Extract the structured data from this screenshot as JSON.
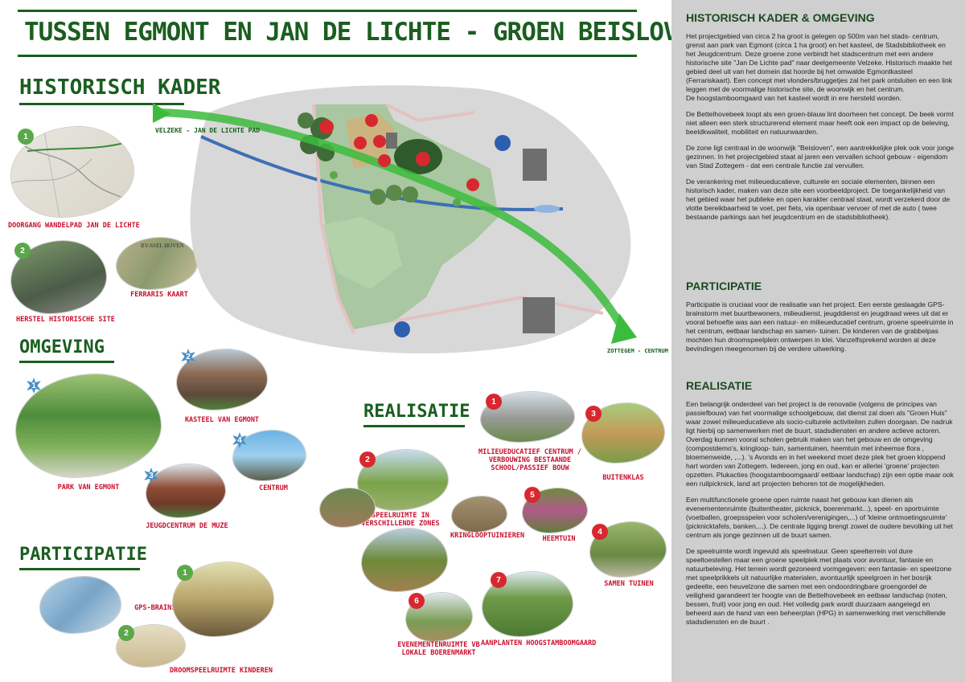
{
  "title": "TUSSEN EGMONT EN JAN DE LICHTE - GROEN BEISLOVEN",
  "sections": {
    "historisch": "HISTORISCH KADER",
    "omgeving": "OMGEVING",
    "participatie": "PARTICIPATIE",
    "realisatie": "REALISATIE"
  },
  "map": {
    "label_velzeke": "VELZEKE - JAN DE LICHTE PAD",
    "label_zottegem": "ZOTTEGEM - CENTRUM"
  },
  "captions": {
    "doorgang": "DOORGANG WANDELPAD JAN DE LICHTE",
    "herstel": "HERSTEL HISTORISCHE SITE",
    "ferraris": "FERRARIS KAART",
    "park": "PARK VAN EGMONT",
    "kasteel": "KASTEEL VAN EGMONT",
    "jeugdcentrum": "JEUGDCENTRUM DE MUZE",
    "centrum": "CENTRUM",
    "gps": "GPS-BRAINSTORM",
    "droomspeel": "DROOMSPEELRUIMTE KINDEREN",
    "milieu": "MILIEUEDUCATIEF CENTRUM / VERBOUWING BESTAANDE SCHOOL/PASSIEF BOUW",
    "buitenklas": "BUITENKLAS",
    "speelruimte": "SPEELRUIMTE IN VERSCHILLENDE ZONES",
    "kringloop": "KRINGLOOPTUINIEREN",
    "heemtuin": "HEEMTUIN",
    "samen": "SAMEN TUINEN",
    "evenement": "EVENEMENTENRUIMTE VB LOKALE BOERENMARKT",
    "aanplanten": "AANPLANTEN HOOGSTAMBOOMGAARD",
    "map_label": "BY-SSEL HOVEN"
  },
  "right": {
    "h1": "HISTORISCH KADER & OMGEVING",
    "p1": "Het projectgebied van circa 2 ha groot is gelegen op 500m van het stads- centrum, grenst aan park van Egmont (circa 1 ha groot) en het kasteel, de Stadsbibliotheek en het Jeugdcentrum. Deze groene zone verbindt het stadscentrum met een andere historische site \"Jan De Lichte pad\" naar deelgemeente Velzeke. Historisch maakte het gebied deel uit van het domein dat hoorde bij het omwalde Egmontkasteel (Ferrariskaart). Een concept met vlonders/bruggetjes zal het park ontsluiten en een link leggen met de voormalige historische site, de woonwijk en het centrum.",
    "p1b": "De hoogstamboomgaard van het kasteel wordt in ere hersteld worden.",
    "p2": "De Bettelhovebeek loopt als een groen-blauw lint doorheen het concept. De beek vormt niet alleen een sterk structurerend element maar heeft ook een impact op de beleving, beeldkwaliteit, mobiliteit en natuurwaarden.",
    "p3": "De zone ligt centraal in de woonwijk \"Beisloven\", een aantrekkelijke plek ook voor jonge gezinnen. In het projectgebied staat al jaren een vervallen school gebouw - eigendom van Stad Zottegem - dat een centrale functie zal vervullen.",
    "p4": "De verankering met milieueducatieve, culturele en sociale elementen, binnen een historisch kader, maken van deze site een voorbeeldproject. De toegankelijkheid van het gebied waar het publieke en open karakter centraal staat, wordt verzekerd door de vlotte bereikbaarheid te voet, per fiets, via openbaar vervoer of met de auto ( twee bestaande parkings aan het jeugdcentrum en de stadsbibliotheek).",
    "h2": "PARTICIPATIE",
    "p5": "Participatie is cruciaal voor de realisatie van het project. Een eerste geslaagde GPS-brainstorm met buurtbewoners, milieudienst, jeugddienst en jeugdraad wees uit dat er vooral behoefte was aan een natuur- en milieueducatief centrum, groene speelruimte in het centrum, eetbaar landschap en samen- tuinen. De kinderen van de grabbelpas mochten hun droomspeelplein ontwerpen in klei. Vanzelfsprekend worden al deze bevindingen meegenomen bij de verdere uitwerking.",
    "h3": "REALISATIE",
    "p6": "Een belangrijk onderdeel van het project is de renovatie (volgens de principes van passiefbouw) van het voormalige schoolgebouw, dat dienst zal doen als \"Groen Huis\" waar zowel milieueducatieve als socio-culturele activiteiten zullen doorgaan. De nadruk ligt hierbij op samenwerken met de buurt, stadsdiensten en andere actieve actoren. Overdag kunnen vooral scholen gebruik maken van het gebouw en de omgeving (compostdemo's, kringloop- tuin, samentuinen, heemtuin met inheemse flora , bloemenweide, ,...). 's Avonds en in het weekend moet deze plek het groen kloppend hart worden van Zottegem. Iedereen, jong en oud, kan er allerlei 'groene' projecten opzetten. Plukacties (hoogstamboomgaard/ eetbaar landschap) zijn een optie maar ook een ruilpicknick, land art projecten behoren tot de mogelijkheden.",
    "p7": "Een multifunctionele groene open ruimte naast het gebouw kan dienen als evenementenruimte (buitentheater, picknick, boerenmarkt...), speel- en sportruimte (voetballen, groepsspelen voor scholen/verenigingen,...) of 'kleine ontmoetingsruimte' (picknicktafels, banken,...). De centrale ligging brengt zowel de oudere bevolking uit het centrum als jonge gezinnen uit de buurt samen.",
    "p8": "De speelruimte wordt ingevuld als speelnatuur. Geen speelterrein vol dure speeltoestellen maar een groene speelplek met plaats voor avontuur, fantasie en natuurbeleving. Het terrein wordt gezoneerd vormgegeven: een fantasie- en speelzone met speelprikkels uit natuurlijke materialen, avontuurlijk speelgroen in het bosrijk gedeelte, een heuvelzone die samen met een ondoordringbare groengordel de veiligheid garandeert ter hoogte van de Bettelhovebeek en eetbaar landschap (noten, bessen, fruit) voor jong en oud. Het volledig park wordt duurzaam aangelegd en beheerd aan de hand van een beheerplan (HPG) in samenwerking met verschillende stadsdiensten en de buurt ."
  },
  "colors": {
    "green_dark": "#1a5e20",
    "red": "#c8102e",
    "panel": "#cfcfcf"
  }
}
